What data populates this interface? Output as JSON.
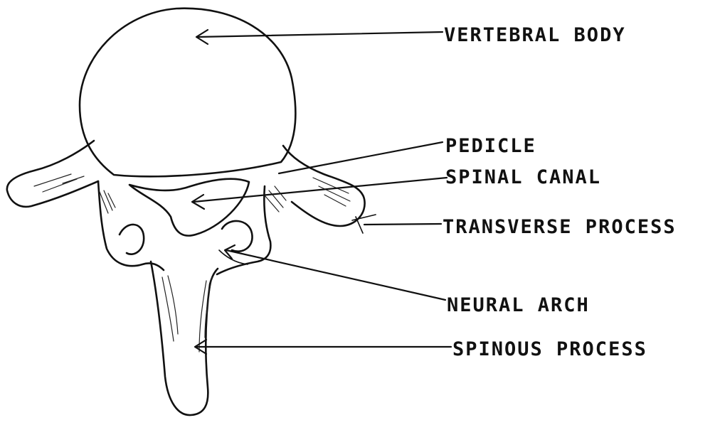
{
  "labels": {
    "vertebral_body": "VERTEBRAL BODY",
    "pedicle": "PEDICLE",
    "spinal_canal": "SPINAL CANAL",
    "transverse_process": "TRANSVERSE PROCESS",
    "neural_arch": "NEURAL ARCH",
    "spinous_process": "SPINOUS PROCESS"
  }
}
